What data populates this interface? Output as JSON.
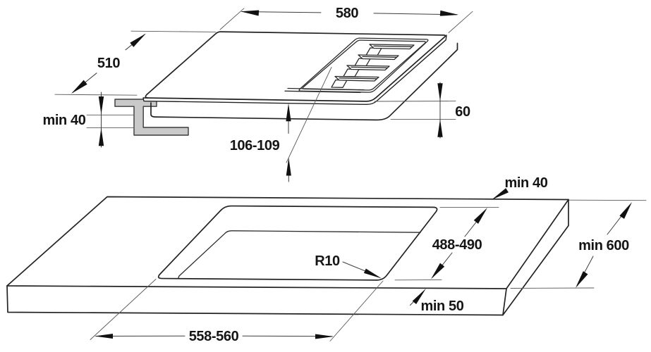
{
  "title": "Gas hob installation drawing",
  "colors": {
    "line": "#232323",
    "bracket_fill": "#c9c9c9",
    "background": "#ffffff",
    "text": "#151515"
  },
  "hob_view": {
    "width": "580",
    "depth": "510",
    "height": "60",
    "body_depth": "106-109",
    "clearance_below": "min 40"
  },
  "worktop_view": {
    "cutout_width": "558-560",
    "cutout_depth": "488-490",
    "corner_radius": "R10",
    "rear_clearance": "min 40",
    "front_clearance": "min 50",
    "worktop_depth": "min 600"
  }
}
